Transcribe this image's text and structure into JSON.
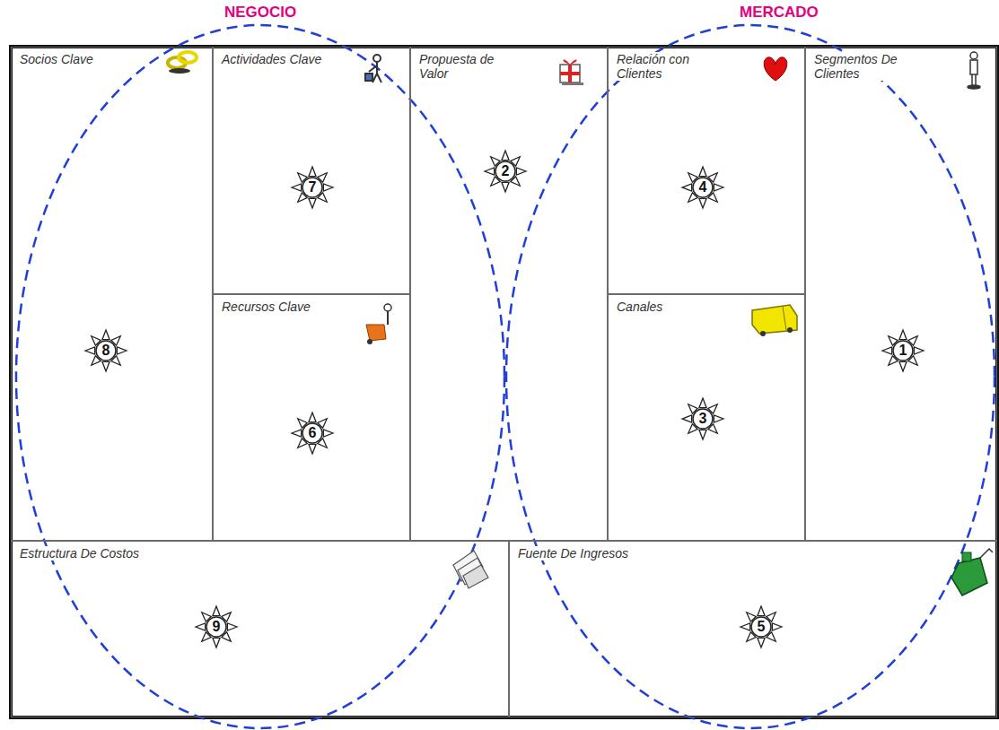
{
  "diagram": {
    "nodes": [
      {
        "text": [
          "Socios Clave",
          "8"
        ]
      },
      {
        "text": [
          "Actividades Clave",
          "7"
        ]
      },
      {
        "text": [
          "Propuesta de Valor",
          "2"
        ]
      },
      {
        "text": [
          "Relación con Clientes",
          "4"
        ]
      },
      {
        "text": [
          "Segmentos De Clientes",
          "1"
        ]
      },
      {
        "text": [
          "Recursos Clave",
          "6"
        ]
      },
      {
        "text": [
          "Canales",
          "3"
        ]
      },
      {
        "text": [
          "Estructura De Costos",
          "9"
        ]
      },
      {
        "text": [
          "Fuente De Ingresos",
          "5"
        ]
      }
    ],
    "labels": [
      "NEGOCIO",
      "MERCADO"
    ]
  }
}
